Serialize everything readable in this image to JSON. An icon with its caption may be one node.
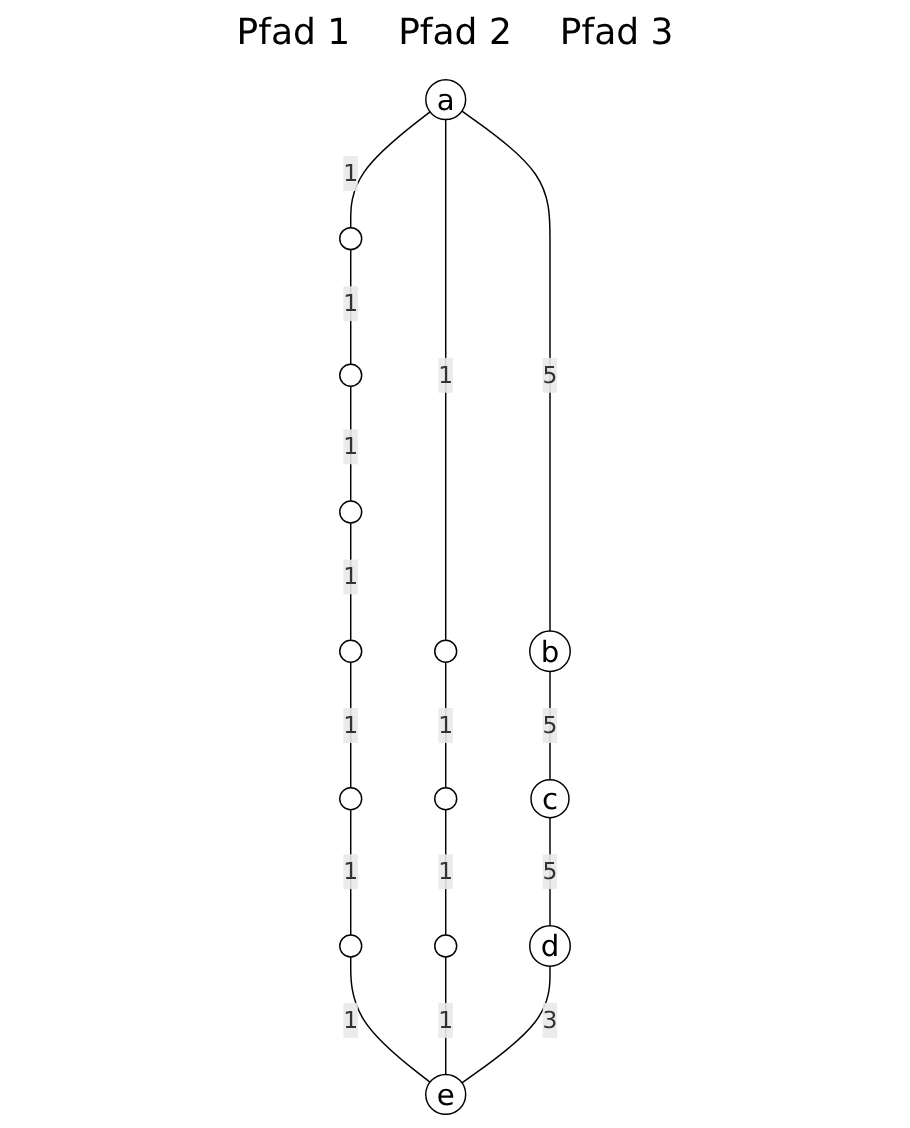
{
  "diagram": {
    "nodes": [
      {
        "text": [],
        "shape": "circle"
      },
      {
        "text": [],
        "shape": "circle"
      },
      {
        "text": [],
        "shape": "circle"
      },
      {
        "text": [],
        "shape": "circle"
      },
      {
        "text": [],
        "shape": "circle"
      },
      {
        "text": [],
        "shape": "circle"
      },
      {
        "text": [],
        "shape": "circle"
      },
      {
        "text": [],
        "shape": "circle"
      },
      {
        "text": [],
        "shape": "circle"
      },
      {
        "text": [
          "a"
        ]
      },
      {
        "text": [
          "e"
        ]
      },
      {
        "text": [
          "b"
        ]
      },
      {
        "text": [
          "d"
        ]
      },
      {
        "text": [
          "c"
        ]
      }
    ],
    "edges": [
      {
        "from": 9,
        "to": 4,
        "arrow": "none",
        "label": "1"
      },
      {
        "from": 4,
        "to": 0,
        "arrow": "none",
        "label": "1"
      },
      {
        "from": 0,
        "to": 1,
        "arrow": "none",
        "label": "1"
      },
      {
        "from": 1,
        "to": 2,
        "arrow": "none",
        "label": "1"
      },
      {
        "from": 2,
        "to": 3,
        "arrow": "none",
        "label": "1"
      },
      {
        "from": 3,
        "to": 6,
        "arrow": "none",
        "label": "1"
      },
      {
        "from": 6,
        "to": 10,
        "arrow": "none",
        "label": "1"
      },
      {
        "from": 9,
        "to": 7,
        "arrow": "none",
        "label": "1"
      },
      {
        "from": 7,
        "to": 5,
        "arrow": "none",
        "label": "1"
      },
      {
        "from": 5,
        "to": 8,
        "arrow": "none",
        "label": "1"
      },
      {
        "from": 8,
        "to": 10,
        "arrow": "none",
        "label": "1"
      },
      {
        "from": 9,
        "to": 11,
        "arrow": "none",
        "label": "5"
      },
      {
        "from": 11,
        "to": 13,
        "arrow": "none",
        "label": "5"
      },
      {
        "from": 13,
        "to": 12,
        "arrow": "none",
        "label": "5"
      },
      {
        "from": 12,
        "to": 10,
        "arrow": "none",
        "label": "3"
      }
    ],
    "labels": [
      "Pfad 1",
      "Pfad 2",
      "Pfad 3"
    ]
  }
}
